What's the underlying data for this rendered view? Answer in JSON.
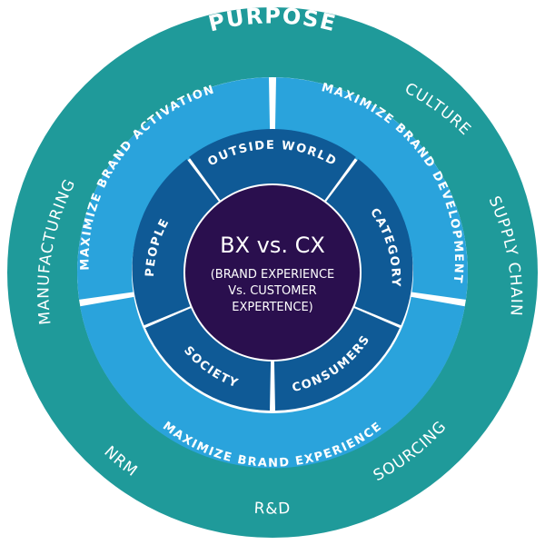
{
  "outer_ring": {
    "title": "PURPOSE",
    "labels": {
      "culture": "CULTURE",
      "supply_chain": "SUPPLY CHAIN",
      "sourcing": "SOURCING",
      "rd": "R&D",
      "nrm": "NRM",
      "manufacturing": "MANUFACTURING"
    }
  },
  "middle_ring": {
    "activation": "MAXIMIZE BRAND ACTIVATION",
    "development": "MAXIMIZE BRAND DEVELOPMENT",
    "experience": "MAXIMIZE BRAND EXPERIENCE"
  },
  "inner_ring": {
    "outside_world": "OUTSIDE WORLD",
    "category": "CATEGORY",
    "consumers": "CONSUMERS",
    "society": "SOCIETY",
    "people": "PEOPLE"
  },
  "center": {
    "title": "BX vs. CX",
    "subtitle_line1": "(BRAND EXPERIENCE",
    "subtitle_line2": "Vs. CUSTOMER",
    "subtitle_line3": "EXPERTENCE)"
  },
  "colors": {
    "outer": "#1f9a9a",
    "middle": "#2aa3dc",
    "inner": "#0f5a96",
    "center": "#2a0f4e",
    "divider": "#ffffff"
  }
}
